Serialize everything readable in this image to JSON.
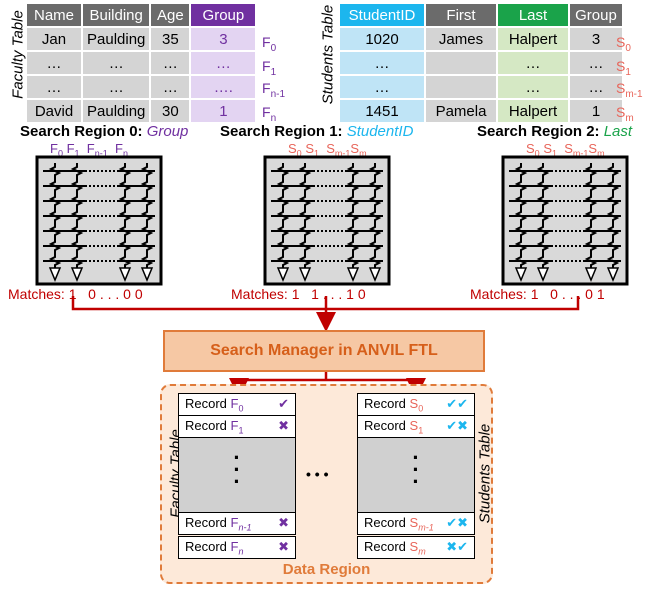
{
  "faculty": {
    "side_label": "Faculty Table",
    "headers": [
      "Name",
      "Building",
      "Age",
      "Group"
    ],
    "rows": [
      [
        "Jan",
        "Paulding",
        "35",
        "3"
      ],
      [
        "…",
        "…",
        "…",
        "…"
      ],
      [
        "…",
        "…",
        "…",
        "…."
      ],
      [
        "David",
        "Paulding",
        "30",
        "1"
      ]
    ],
    "row_labels": [
      {
        "base": "F",
        "sub": "0"
      },
      {
        "base": "F",
        "sub": "1"
      },
      {
        "base": "F",
        "sub": "n-1"
      },
      {
        "base": "F",
        "sub": "n"
      }
    ]
  },
  "students": {
    "side_label": "Students Table",
    "headers": [
      "StudentID",
      "First",
      "Last",
      "Group"
    ],
    "rows": [
      [
        "1020",
        "James",
        "Halpert",
        "3"
      ],
      [
        "…",
        "",
        "…",
        "…"
      ],
      [
        "…",
        "",
        "…",
        "…"
      ],
      [
        "1451",
        "Pamela",
        "Halpert",
        "1"
      ]
    ],
    "row_labels": [
      {
        "base": "S",
        "sub": "0"
      },
      {
        "base": "S",
        "sub": "1"
      },
      {
        "base": "S",
        "sub": "m-1"
      },
      {
        "base": "S",
        "sub": "m"
      }
    ]
  },
  "regions": [
    {
      "title": "Search Region 0: ",
      "field": "Group",
      "cols": [
        {
          "base": "F",
          "sub": "0"
        },
        {
          "base": "F",
          "sub": "1"
        },
        {
          "base": "F",
          "sub": "n-1"
        },
        {
          "base": "F",
          "sub": "n"
        }
      ],
      "matches_label": "Matches:",
      "matches": [
        "1",
        "0 . . . 0",
        "0"
      ]
    },
    {
      "title": "Search Region 1: ",
      "field": "StudentID",
      "cols": [
        {
          "base": "S",
          "sub": "0"
        },
        {
          "base": "S",
          "sub": "1"
        },
        {
          "base": "S",
          "sub": "m-1"
        },
        {
          "base": "S",
          "sub": "m"
        }
      ],
      "matches_label": "Matches:",
      "matches": [
        "1",
        "1 . . . 1",
        "0"
      ]
    },
    {
      "title": "Search Region 2: ",
      "field": "Last",
      "cols": [
        {
          "base": "S",
          "sub": "0"
        },
        {
          "base": "S",
          "sub": "1"
        },
        {
          "base": "S",
          "sub": "m-1"
        },
        {
          "base": "S",
          "sub": "m"
        }
      ],
      "matches_label": "Matches:",
      "matches": [
        "1",
        "0 . . . 0",
        "1"
      ]
    }
  ],
  "manager": {
    "label": "Search Manager in ANVIL FTL"
  },
  "data_region": {
    "label": "Data Region",
    "faculty_label": "Faculty Table",
    "students_label": "Students Table",
    "middle_dots": "• • •",
    "faculty_records": [
      {
        "prefix": "Record ",
        "base": "F",
        "sub": "0",
        "italic": false,
        "marks": "✔"
      },
      {
        "prefix": "Record ",
        "base": "F",
        "sub": "1",
        "italic": false,
        "marks": "✖"
      },
      {
        "prefix": "Record ",
        "base": "F",
        "sub": "n-1",
        "italic": true,
        "marks": "✖"
      },
      {
        "prefix": "Record ",
        "base": "F",
        "sub": "n",
        "italic": true,
        "marks": "✖"
      }
    ],
    "student_records": [
      {
        "prefix": "Record ",
        "base": "S",
        "sub": "0",
        "italic": false,
        "marks": "✔✔"
      },
      {
        "prefix": "Record ",
        "base": "S",
        "sub": "1",
        "italic": false,
        "marks": "✔✖"
      },
      {
        "prefix": "Record ",
        "base": "S",
        "sub": "m-1",
        "italic": true,
        "marks": "✔✖"
      },
      {
        "prefix": "Record ",
        "base": "S",
        "sub": "m",
        "italic": true,
        "marks": "✖✔"
      }
    ]
  },
  "colors": {
    "purple": "#7030a0",
    "salmon": "#e8655a",
    "cyan": "#1cb6ee",
    "green": "#1aa34a",
    "red": "#c00000",
    "orange": "#e07b3a"
  }
}
